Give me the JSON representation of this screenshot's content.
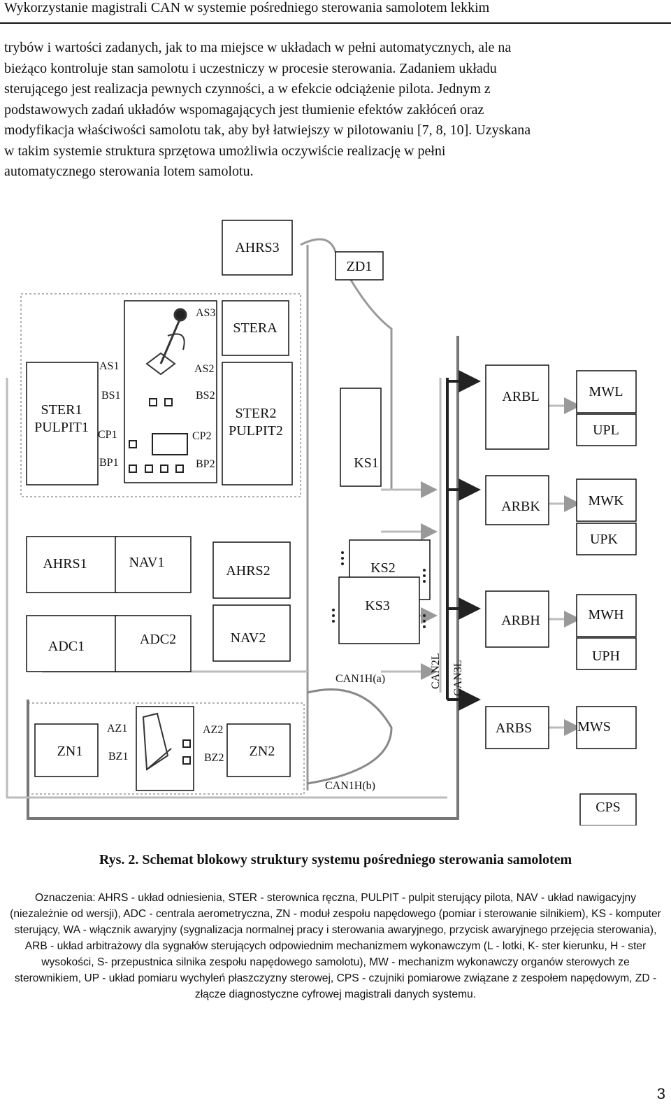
{
  "header": {
    "title": "Wykorzystanie magistrali CAN w systemie pośredniego sterowania samolotem lekkim"
  },
  "body_paragraph": [
    "trybów i wartości zadanych, jak to ma miejsce w układach w pełni automatycznych, ale na",
    "bieżąco kontroluje stan samolotu i uczestniczy w procesie sterowania. Zadaniem układu",
    "sterującego jest realizacja pewnych czynności, a w efekcie odciążenie pilota. Jednym z",
    "podstawowych zadań układów wspomagających jest tłumienie efektów zakłóceń oraz",
    "modyfikacja właściwości samolotu tak, aby był łatwiejszy w pilotowaniu [7, 8, 10]. Uzyskana",
    "w takim systemie struktura sprzętowa umożliwia oczywiście realizację w pełni",
    "automatycznego sterowania lotem samolotu."
  ],
  "diagram": {
    "blocks": {
      "ahrs3": "AHRS3",
      "zd1": "ZD1",
      "stera": "STERA",
      "ster1": "STER1",
      "pulpit1": "PULPIT1",
      "ster2": "STER2",
      "pulpit2": "PULPIT2",
      "ks1": "KS1",
      "ks2": "KS2",
      "ks3": "KS3",
      "arbl": "ARBL",
      "mwl": "MWL",
      "upl": "UPL",
      "arbk": "ARBK",
      "mwk": "MWK",
      "upk": "UPK",
      "arbh": "ARBH",
      "mwh": "MWH",
      "uph": "UPH",
      "arbs": "ARBS",
      "mws": "MWS",
      "cps": "CPS",
      "ahrs1": "AHRS1",
      "nav1": "NAV1",
      "adc1": "ADC1",
      "adc2": "ADC2",
      "ahrs2": "AHRS2",
      "nav2": "NAV2",
      "zn1": "ZN1",
      "zn2": "ZN2"
    },
    "signals": {
      "as1": "AS1",
      "as2": "AS2",
      "as3": "AS3",
      "bs1": "BS1",
      "bs2": "BS2",
      "cp1": "CP1",
      "cp2": "CP2",
      "bp1": "BP1",
      "bp2": "BP2",
      "az1": "AZ1",
      "az2": "AZ2",
      "bz1": "BZ1",
      "bz2": "BZ2"
    },
    "buses": {
      "can1h_a": "CAN1H(a)",
      "can1h_b": "CAN1H(b)",
      "can2l": "CAN2L",
      "can3l": "CAN3L"
    }
  },
  "caption": "Rys. 2. Schemat blokowy struktury systemu pośredniego sterowania samolotem",
  "legend": "Oznaczenia: AHRS - układ odniesienia, STER - sterownica ręczna, PULPIT - pulpit sterujący pilota, NAV - układ nawigacyjny (niezależnie od wersji), ADC - centrala aerometryczna, ZN - moduł zespołu napędowego (pomiar i sterowanie silnikiem), KS - komputer sterujący, WA - włącznik awaryjny (sygnalizacja normalnej pracy i sterowania awaryjnego, przycisk awaryjnego przejęcia sterowania), ARB - układ arbitrażowy dla sygnałów sterujących odpowiednim mechanizmem wykonawczym (L - lotki, K- ster kierunku, H - ster wysokości, S- przepustnica silnika zespołu napędowego samolotu), MW - mechanizm wykonawczy organów sterowych ze sterownikiem, UP - układ pomiaru wychyleń płaszczyzny sterowej, CPS - czujniki pomiarowe związane z zespołem napędowym, ZD - złącze diagnostyczne cyfrowej magistrali danych systemu.",
  "page_number": "3"
}
